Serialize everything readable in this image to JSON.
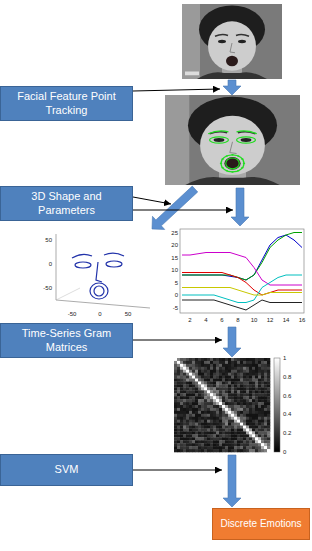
{
  "diagram": {
    "nodes": [
      {
        "text": [
          "Facial Feature Point Tracking"
        ]
      },
      {
        "text": [
          "3D Shape and Parameters"
        ]
      },
      {
        "text": [
          "Time-Series Gram Matrices"
        ]
      },
      {
        "text": [
          "SVM"
        ]
      },
      {
        "text": [
          "Discrete Emotions"
        ]
      }
    ],
    "labels": [
      "25",
      "20",
      "15",
      "10",
      "5",
      "0",
      "-5",
      "50",
      "0",
      "-50",
      "-50",
      "0",
      "50",
      "2",
      "4",
      "6",
      "8",
      "10",
      "12",
      "14",
      "16",
      "1",
      "0.8",
      "0.6",
      "0.4",
      "0.2",
      "0"
    ]
  }
}
